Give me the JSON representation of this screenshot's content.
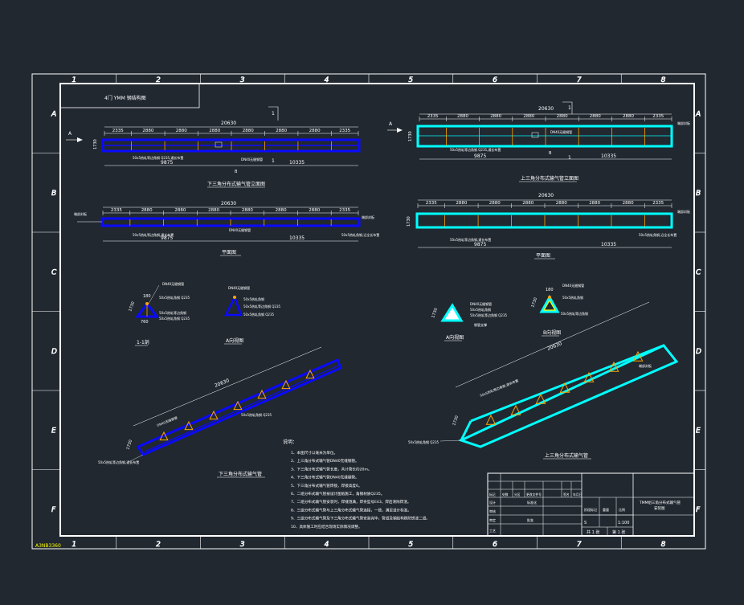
{
  "frame": {
    "columns": [
      "1",
      "2",
      "3",
      "4",
      "5",
      "6",
      "7",
      "8"
    ],
    "rows": [
      "A",
      "B",
      "C",
      "D",
      "E",
      "F"
    ],
    "corner_stamp": "A3NB3360"
  },
  "colors": {
    "background": "#212830",
    "frame": "#ffffff",
    "truss_left": "#0a0aff",
    "truss_right": "#00ffff",
    "divider": "#ffa500",
    "text": "#ffffff",
    "stamp": "#ffff00"
  },
  "title_cell": "4门 YMM 钢结构图",
  "left_elevation": {
    "total": "20630",
    "spacings": [
      "2335",
      "2880",
      "2880",
      "2880",
      "2880",
      "2880",
      "2880",
      "2335"
    ],
    "sub_dims": [
      "9875",
      "10335"
    ],
    "height": "1730",
    "section_mark": "1",
    "view_mark_a": "A",
    "view_mark_b": "B",
    "callout_left": "50x5热轧等边角钢 Q235,通长布置",
    "callout_mid": "DN40无缝钢管",
    "caption": "下三角分布式输气管立面图"
  },
  "left_plan": {
    "total": "20630",
    "spacings": [
      "2335",
      "2880",
      "2880",
      "2880",
      "2880",
      "2880",
      "2880",
      "2335"
    ],
    "sub_dims": [
      "9875",
      "10335"
    ],
    "callout_left": "50x5热轧等边角钢,通长布置",
    "callout_mid": "DN40无缝钢管",
    "callout_right": "50x5热轧角钢,沿全长布置",
    "end_label": "端部封板",
    "caption": "平面图"
  },
  "right_elevation": {
    "total": "20630",
    "spacings": [
      "2335",
      "2880",
      "2880",
      "2880",
      "2880",
      "2880",
      "2880",
      "2335"
    ],
    "sub_dims": [
      "9875",
      "10335"
    ],
    "height": "1730",
    "section_mark": "1",
    "view_mark_a": "A",
    "view_mark_b": "B",
    "callout_left": "50x5热轧等边角钢 Q235,通长布置",
    "callout_mid": "DN40无缝钢管",
    "end_label": "端部封板",
    "caption": "上三角分布式输气管立面图"
  },
  "right_plan": {
    "total": "20630",
    "spacings": [
      "2335",
      "2880",
      "2880",
      "2880",
      "2880",
      "2880",
      "2880",
      "2335"
    ],
    "sub_dims": [
      "9875",
      "10335"
    ],
    "height": "1730",
    "callout_left": "50x5热轧等边角钢,通长布置",
    "callout_right": "50x5热轧角钢,沿全长布置",
    "end_label": "端部封板",
    "caption": "平面图"
  },
  "sections": {
    "s1_caption": "1-1剖",
    "s1_dims": [
      "180",
      "760",
      "1730"
    ],
    "s1_notes": [
      "DN40无缝钢管",
      "50x5热轧角钢 Q235",
      "50x5热轧等边角钢",
      "50x5热轧角钢 Q235"
    ],
    "s2_caption": "A向视图",
    "s2_notes": [
      "DN40无缝钢管",
      "50x5热轧角钢",
      "50x5热轧等边角钢 Q235",
      "50x5热轧角钢 Q235"
    ],
    "s3_caption": "A向视图",
    "s3_dims": [
      "1730"
    ],
    "s3_notes": [
      "DN40无缝钢管",
      "50x5热轧角钢",
      "50x5热轧等边角钢 Q235",
      "钢管支撑"
    ],
    "s4_caption": "B向视图",
    "s4_dims": [
      "180",
      "1730"
    ],
    "s4_notes": [
      "DN40无缝钢管",
      "50x5热轧角钢",
      "50x5热轧等边角钢"
    ]
  },
  "left_iso": {
    "total": "20630",
    "height": "1730",
    "callout_a": "DN40无缝钢管",
    "callout_b": "50x5热轧角钢 Q235",
    "callout_c": "50x5热轧等边角钢,通长布置",
    "caption": "下三角分布式输气管"
  },
  "right_iso": {
    "total": "20630",
    "height": "1730",
    "callout_a": "50x5热轧等边角钢,通长布置",
    "callout_b": "端部封板",
    "callout_c": "50x5热轧角钢 Q235",
    "caption": "上三角分布式输气管"
  },
  "notes": {
    "heading": "说明：",
    "items": [
      "1、本图尺寸以毫米为单位。",
      "2、上三角分布式输气管DN40无缝钢管。",
      "3、下三角分布式输气管长度，共计管长约20m。",
      "4、下三角分布式输气管DN40无缝钢管。",
      "5、下三角分布式输气管焊接，焊接高度6。",
      "6、二组分布式输气管按设计图纸施工，角钢材质Q235。",
      "7、二组分布式输气管安装时，焊缝饱满，焊条型号E43，焊后清除焊渣。",
      "8、三组分布式输气管与上三角分布式输气管连接，一致，满足设计标准。",
      "9、三组分布式输气管及下三角分布式输气管安装完毕，管道及钢结构刷防锈漆二道。",
      "10、具体施工时应结合现场实际情况调整。"
    ]
  },
  "title_block": {
    "hdr": [
      "标记",
      "处数",
      "分区",
      "更改文件号",
      "签名",
      "年月日"
    ],
    "row_labels": [
      "设计",
      "审核",
      "审定",
      "工艺"
    ],
    "row_vals": [
      "标准化",
      "",
      "批准",
      ""
    ],
    "stage": "阶段标记",
    "weight": "重量",
    "scale_label": "比例",
    "stage_val": "S",
    "scale_val": "1:100",
    "sheets": "共 1 张",
    "sheet_no": "第 1 张",
    "drawing_title": "TMM组三角分布式输气管",
    "drawing_sub": "安装图"
  }
}
